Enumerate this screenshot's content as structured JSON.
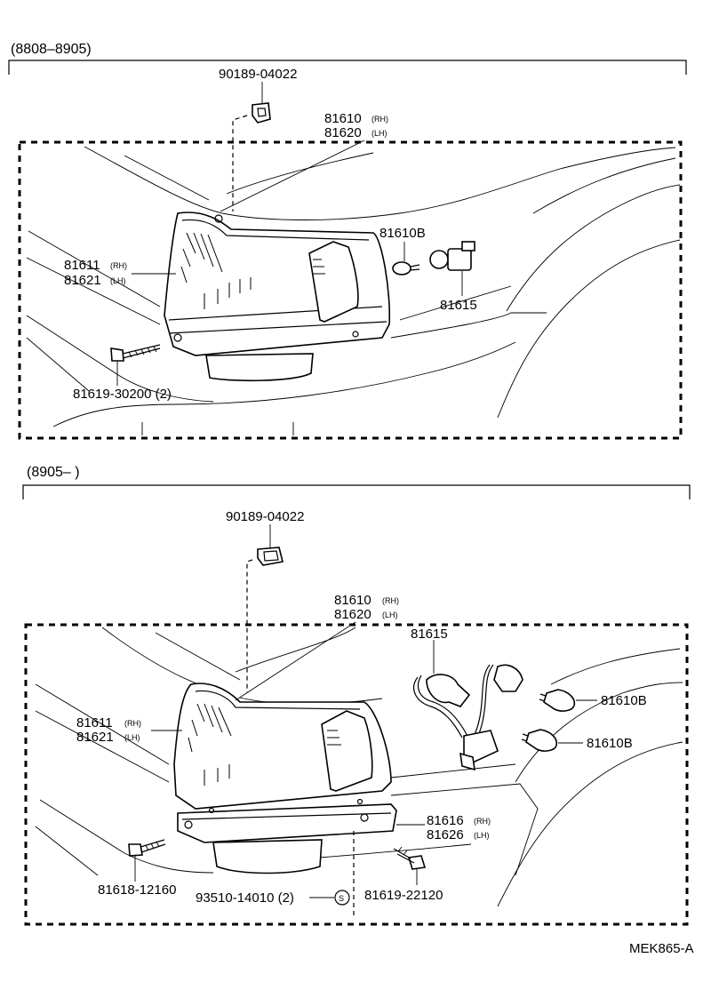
{
  "diagram": {
    "sections": [
      {
        "date_range": "(8808–8905)",
        "labels": {
          "clip": "90189-04022",
          "lamp_assy_rh": "81610",
          "lamp_assy_lh": "81620",
          "lens_rh": "81611",
          "lens_lh": "81621",
          "bulb": "81610B",
          "socket": "81615",
          "screw": "81619-30200 (2)"
        }
      },
      {
        "date_range": "(8905–        )",
        "labels": {
          "clip": "90189-04022",
          "lamp_assy_rh": "81610",
          "lamp_assy_lh": "81620",
          "socket": "81615",
          "lens_rh": "81611",
          "lens_lh": "81621",
          "bulb_1": "81610B",
          "bulb_2": "81610B",
          "bracket_rh": "81616",
          "bracket_lh": "81626",
          "screw_1": "81618-12160",
          "nut": "93510-14010 (2)",
          "nut_symbol": "S",
          "screw_2": "81619-22120"
        }
      }
    ],
    "side_rh": "(RH)",
    "side_lh": "(LH)",
    "figure_code": "MEK865-A"
  }
}
